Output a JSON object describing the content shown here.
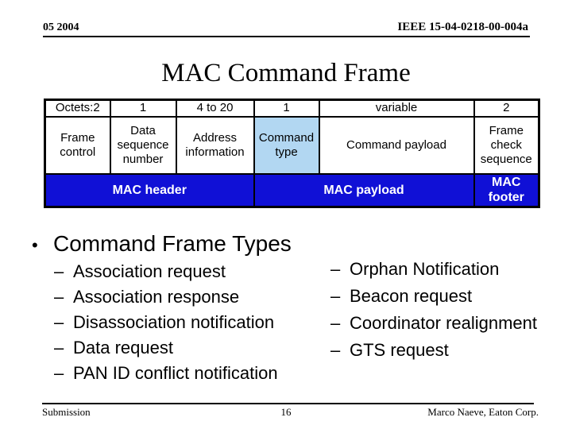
{
  "header": {
    "date": "05 2004",
    "doc_id": "IEEE 15-04-0218-00-004a"
  },
  "title": "MAC Command Frame",
  "frame_table": {
    "octets": [
      "Octets:2",
      "1",
      "4 to 20",
      "1",
      "variable",
      "2"
    ],
    "fields": [
      "Frame control",
      "Data sequence number",
      "Address information",
      "Command type",
      "Command payload",
      "Frame check sequence"
    ],
    "sections": [
      "MAC header",
      "MAC payload",
      "MAC footer"
    ],
    "colors": {
      "section_bg": "#1010d6",
      "section_text": "#ffffff",
      "highlight_bg": "#b2d7f2",
      "border": "#000000"
    }
  },
  "bullets": {
    "bullet_char": "•",
    "dash_char": "–",
    "title": "Command Frame Types",
    "left_items": [
      "Association request",
      "Association response",
      "Disassociation notification",
      "Data request",
      "PAN ID conflict notification"
    ],
    "right_items": [
      "Orphan Notification",
      "Beacon request",
      "Coordinator realignment",
      "GTS request"
    ]
  },
  "footer": {
    "left": "Submission",
    "page_number": "16",
    "right": "Marco Naeve, Eaton Corp."
  }
}
